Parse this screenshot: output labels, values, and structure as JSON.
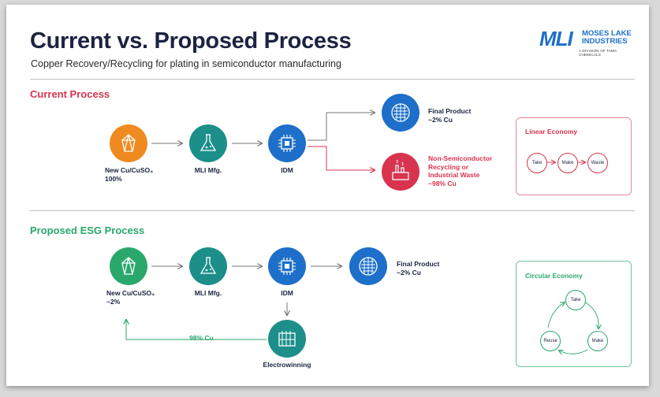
{
  "header": {
    "title": "Current vs. Proposed Process",
    "subtitle": "Copper Recovery/Recycling for plating in semiconductor manufacturing"
  },
  "logo": {
    "mark": "MLI",
    "name_line1": "MOSES LAKE",
    "name_line2": "INDUSTRIES",
    "tagline": "A DIVISION OF TAMA CHEMICALS"
  },
  "current": {
    "heading": "Current Process",
    "nodes": {
      "source": {
        "line1": "New Cu/CuSO₄",
        "line2": "100%"
      },
      "mfg": {
        "line1": "MLI Mfg."
      },
      "idm": {
        "line1": "IDM"
      },
      "product": {
        "line1": "Final Product",
        "line2": "~2% Cu"
      },
      "waste": {
        "line1": "Non-Semiconductor",
        "line2": "Recycling or",
        "line3": "Industrial Waste",
        "line4": "~98% Cu"
      }
    },
    "economy": {
      "title": "Linear Economy",
      "steps": [
        "Take",
        "Make",
        "Waste"
      ]
    }
  },
  "proposed": {
    "heading": "Proposed ESG Process",
    "nodes": {
      "source": {
        "line1": "New Cu/CuSO₄",
        "line2": "~2%"
      },
      "mfg": {
        "line1": "MLI Mfg."
      },
      "idm": {
        "line1": "IDM"
      },
      "product": {
        "line1": "Final Product",
        "line2": "~2% Cu"
      },
      "electro": {
        "line1": "Electrowinning"
      },
      "loop_label": "98% Cu"
    },
    "economy": {
      "title": "Circular Economy",
      "steps": [
        "Take",
        "Make",
        "Reuse"
      ]
    }
  },
  "colors": {
    "navy": "#1b2340",
    "red": "#d8344f",
    "green": "#2aa86b",
    "orange": "#ee8a1f",
    "teal": "#1d8f8a",
    "blue": "#1e6fc9"
  }
}
